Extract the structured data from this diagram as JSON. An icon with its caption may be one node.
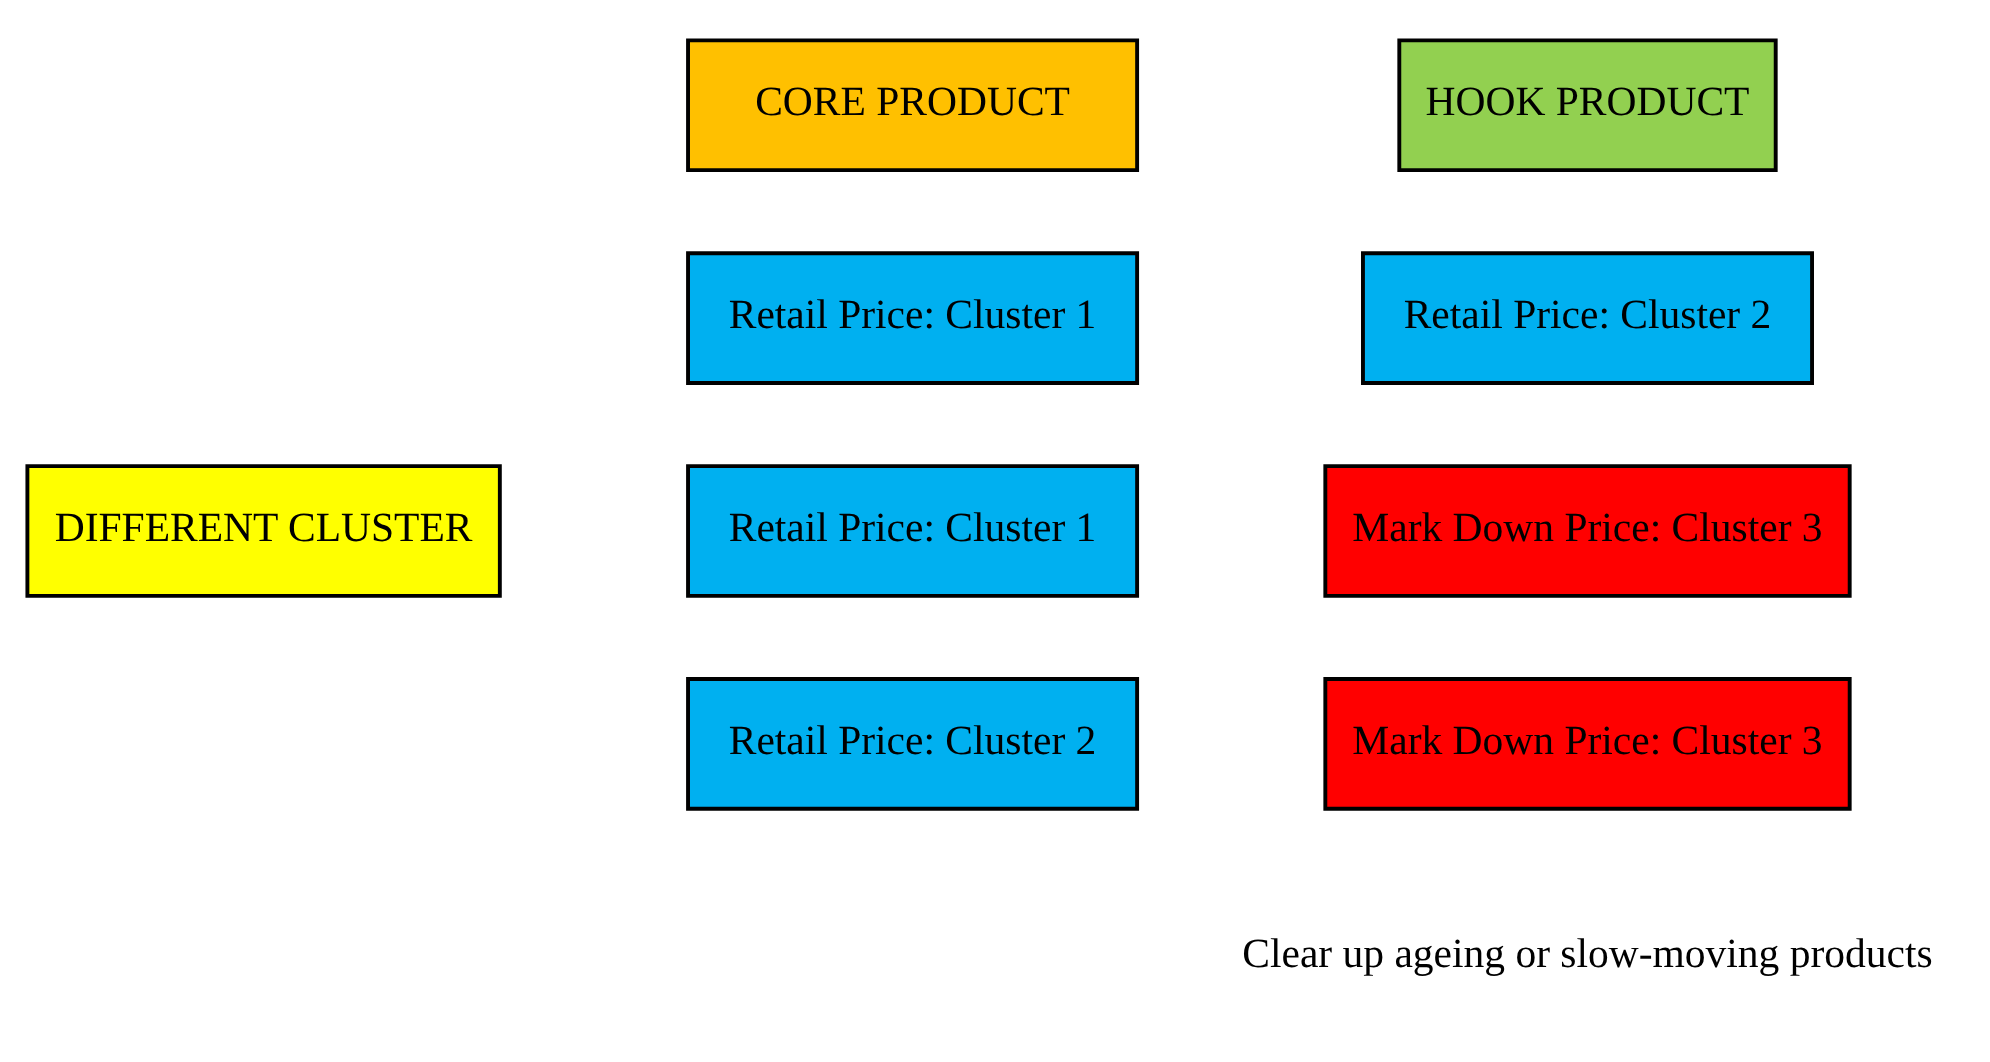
{
  "diagram": {
    "nodes": [
      {
        "text": [
          "CORE PRODUCT"
        ]
      },
      {
        "text": [
          "HOOK PRODUCT"
        ]
      },
      {
        "text": [
          "Retail Price: Cluster 1"
        ]
      },
      {
        "text": [
          "Retail Price: Cluster 2"
        ]
      },
      {
        "text": [
          "DIFFERENT CLUSTER"
        ]
      },
      {
        "text": [
          "Retail Price: Cluster 1"
        ]
      },
      {
        "text": [
          "Mark Down Price: Cluster 3"
        ]
      },
      {
        "text": [
          "Retail Price: Cluster 2"
        ]
      },
      {
        "text": [
          "Mark Down Price: Cluster 3"
        ]
      }
    ],
    "edges": [],
    "labels": [
      "Clear up ageing or slow-moving products"
    ]
  }
}
